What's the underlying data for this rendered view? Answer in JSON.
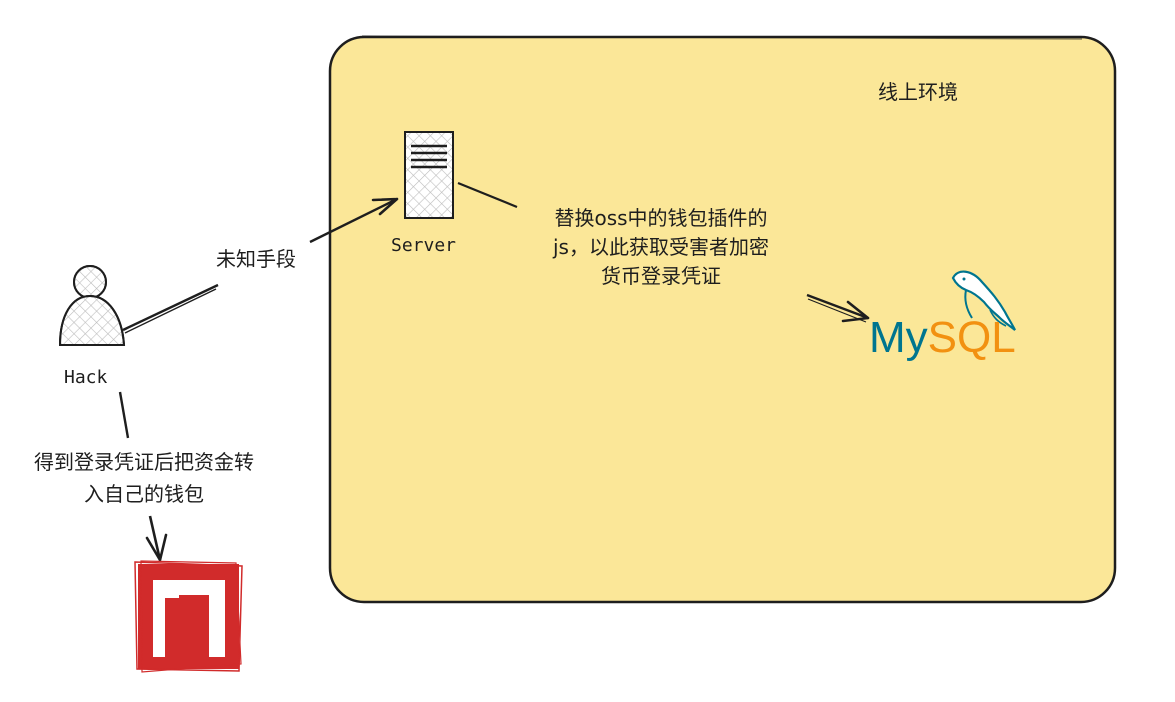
{
  "colors": {
    "env_fill": "#fbe798",
    "env_stroke": "#1e1e1e",
    "hatch": "#c9c9c9",
    "mysql_blue": "#00758f",
    "mysql_orange": "#f29111",
    "wallet_red": "#d12b2b"
  },
  "environment": {
    "label": "线上环境"
  },
  "server": {
    "label": "Server",
    "icon": "server-icon"
  },
  "hacker": {
    "label": "Hack",
    "icon": "person-icon"
  },
  "mysql": {
    "label_my": "My",
    "label_sql": "SQL",
    "icon": "mysql-dolphin-icon"
  },
  "wallet": {
    "icon": "wallet-icon"
  },
  "edges": {
    "hack_to_server": "未知手段",
    "server_to_mysql": [
      "替换oss中的钱包插件的",
      "js，以此获取受害者加密",
      "货币登录凭证"
    ],
    "hack_to_wallet": [
      "得到登录凭证后把资金转",
      "入自己的钱包"
    ]
  }
}
